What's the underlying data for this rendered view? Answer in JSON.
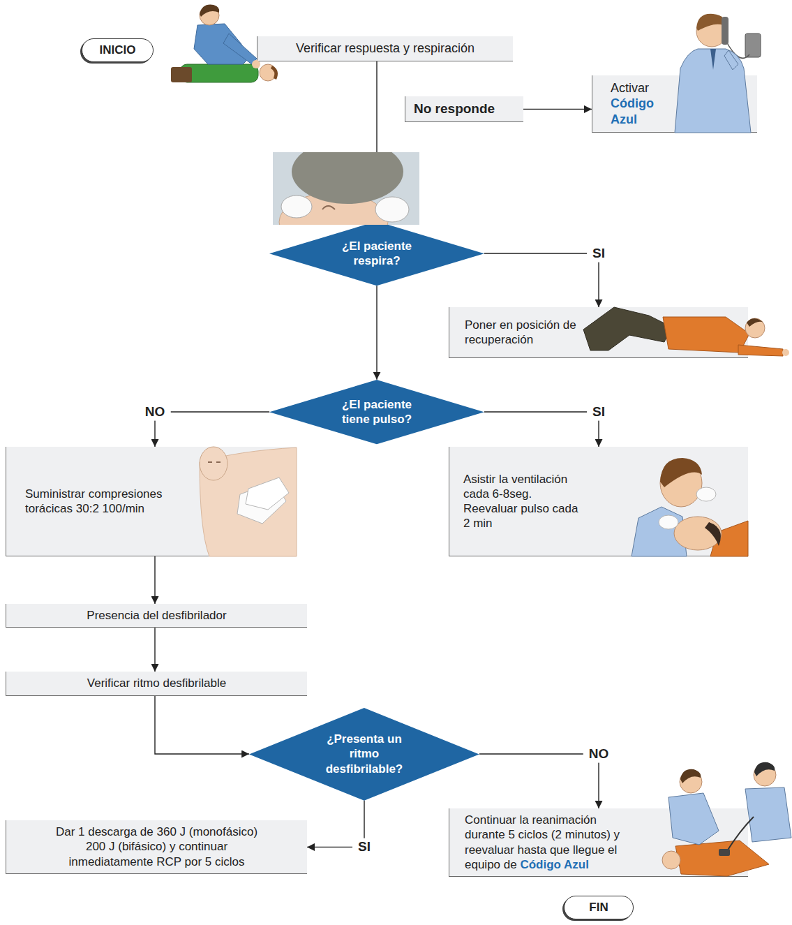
{
  "diagram": {
    "nodes": [
      {
        "text": [
          "INICIO"
        ]
      },
      {
        "text": [
          "Verificar respuesta y respiración"
        ]
      },
      {
        "text": [
          "No responde"
        ]
      },
      {
        "text": [
          "Activar",
          "Código Azul"
        ]
      },
      {
        "text": [
          "¿El paciente respira?"
        ]
      },
      {
        "text": [
          "Poner en posición de recuperación"
        ]
      },
      {
        "text": [
          "¿El paciente tiene pulso?"
        ]
      },
      {
        "text": [
          "Suministrar compresiones torácicas 30:2 100/min"
        ]
      },
      {
        "text": [
          "Asistir la ventilación cada 6-8seg. Reevaluar pulso cada 2 min"
        ]
      },
      {
        "text": [
          "Presencia del desfibrilador"
        ]
      },
      {
        "text": [
          "Verificar ritmo desfibrilable"
        ]
      },
      {
        "text": [
          "¿Presenta un ritmo desfibrilable?"
        ]
      },
      {
        "text": [
          "Dar 1 descarga de 360 J (monofásico) 200 J (bifásico) y continuar inmediatamente RCP por 5 ciclos"
        ]
      },
      {
        "text": [
          "Continuar la reanimación durante 5 ciclos (2 minutos) y reevaluar hasta que llegue el equipo de",
          "Código Azul"
        ]
      },
      {
        "text": [
          "FIN"
        ]
      }
    ],
    "edges": [
      {
        "from": 1,
        "to": 4,
        "arrow": "to"
      },
      {
        "from": 2,
        "to": 3,
        "arrow": "to"
      },
      {
        "from": 4,
        "to": 5,
        "label": "SI",
        "arrow": "to"
      },
      {
        "from": 4,
        "to": 6,
        "arrow": "to"
      },
      {
        "from": 6,
        "to": 7,
        "label": "NO",
        "arrow": "to"
      },
      {
        "from": 6,
        "to": 8,
        "label": "SI",
        "arrow": "to"
      },
      {
        "from": 7,
        "to": 9,
        "arrow": "to"
      },
      {
        "from": 9,
        "to": 10,
        "arrow": "to"
      },
      {
        "from": 10,
        "to": 11,
        "arrow": "to"
      },
      {
        "from": 11,
        "to": 12,
        "label": "SI",
        "arrow": "to"
      },
      {
        "from": 11,
        "to": 13,
        "label": "NO",
        "arrow": "to"
      }
    ]
  }
}
